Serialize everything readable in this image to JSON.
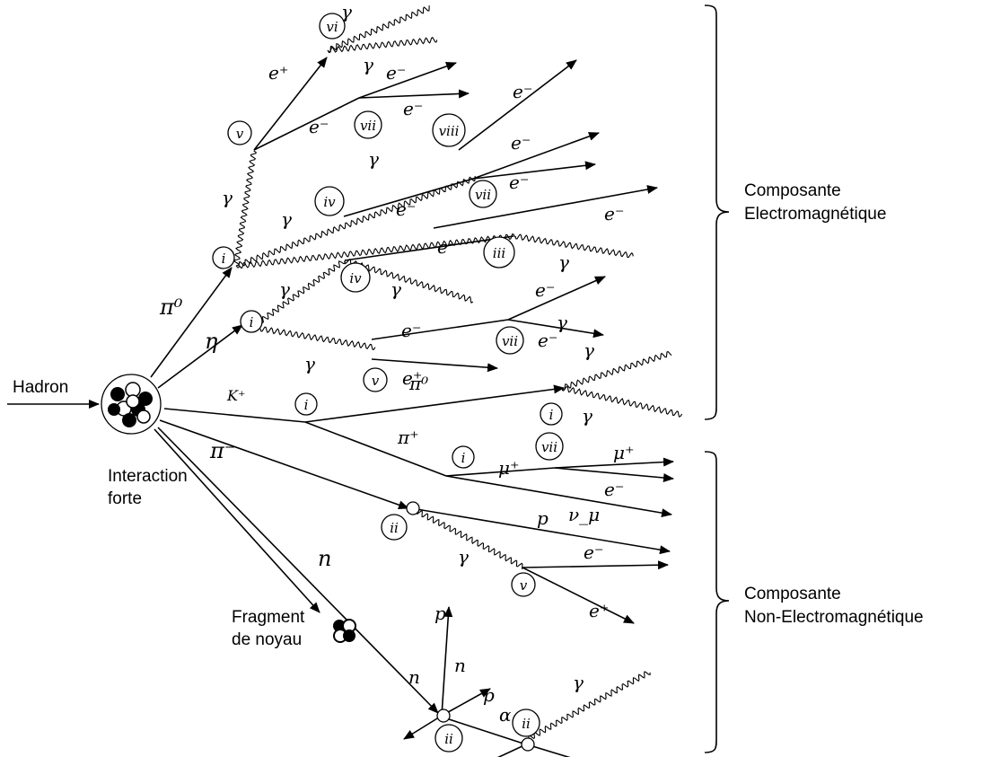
{
  "labels": {
    "hadron": "Hadron",
    "interaction_line1": "Interaction",
    "interaction_line2": "forte",
    "fragment_line1": "Fragment",
    "fragment_line2": "de noyau",
    "em_line1": "Composante",
    "em_line2": "Electromagnétique",
    "nonem_line1": "Composante",
    "nonem_line2": "Non-Electromagnétique"
  },
  "particles": {
    "pi0": "π⁰",
    "eta": "η",
    "kplus": "K⁺",
    "piminus": "π⁻",
    "piplus": "π⁺",
    "n": "n",
    "p": "p",
    "gamma": "γ",
    "eplus": "e⁺",
    "eminus": "e⁻",
    "muplus": "μ⁺",
    "numu": "ν_μ",
    "alpha": "α"
  },
  "processes": {
    "i": "i",
    "ii": "ii",
    "iii": "iii",
    "iv": "iv",
    "v": "v",
    "vi": "vi",
    "vii": "vii",
    "viii": "viii"
  }
}
